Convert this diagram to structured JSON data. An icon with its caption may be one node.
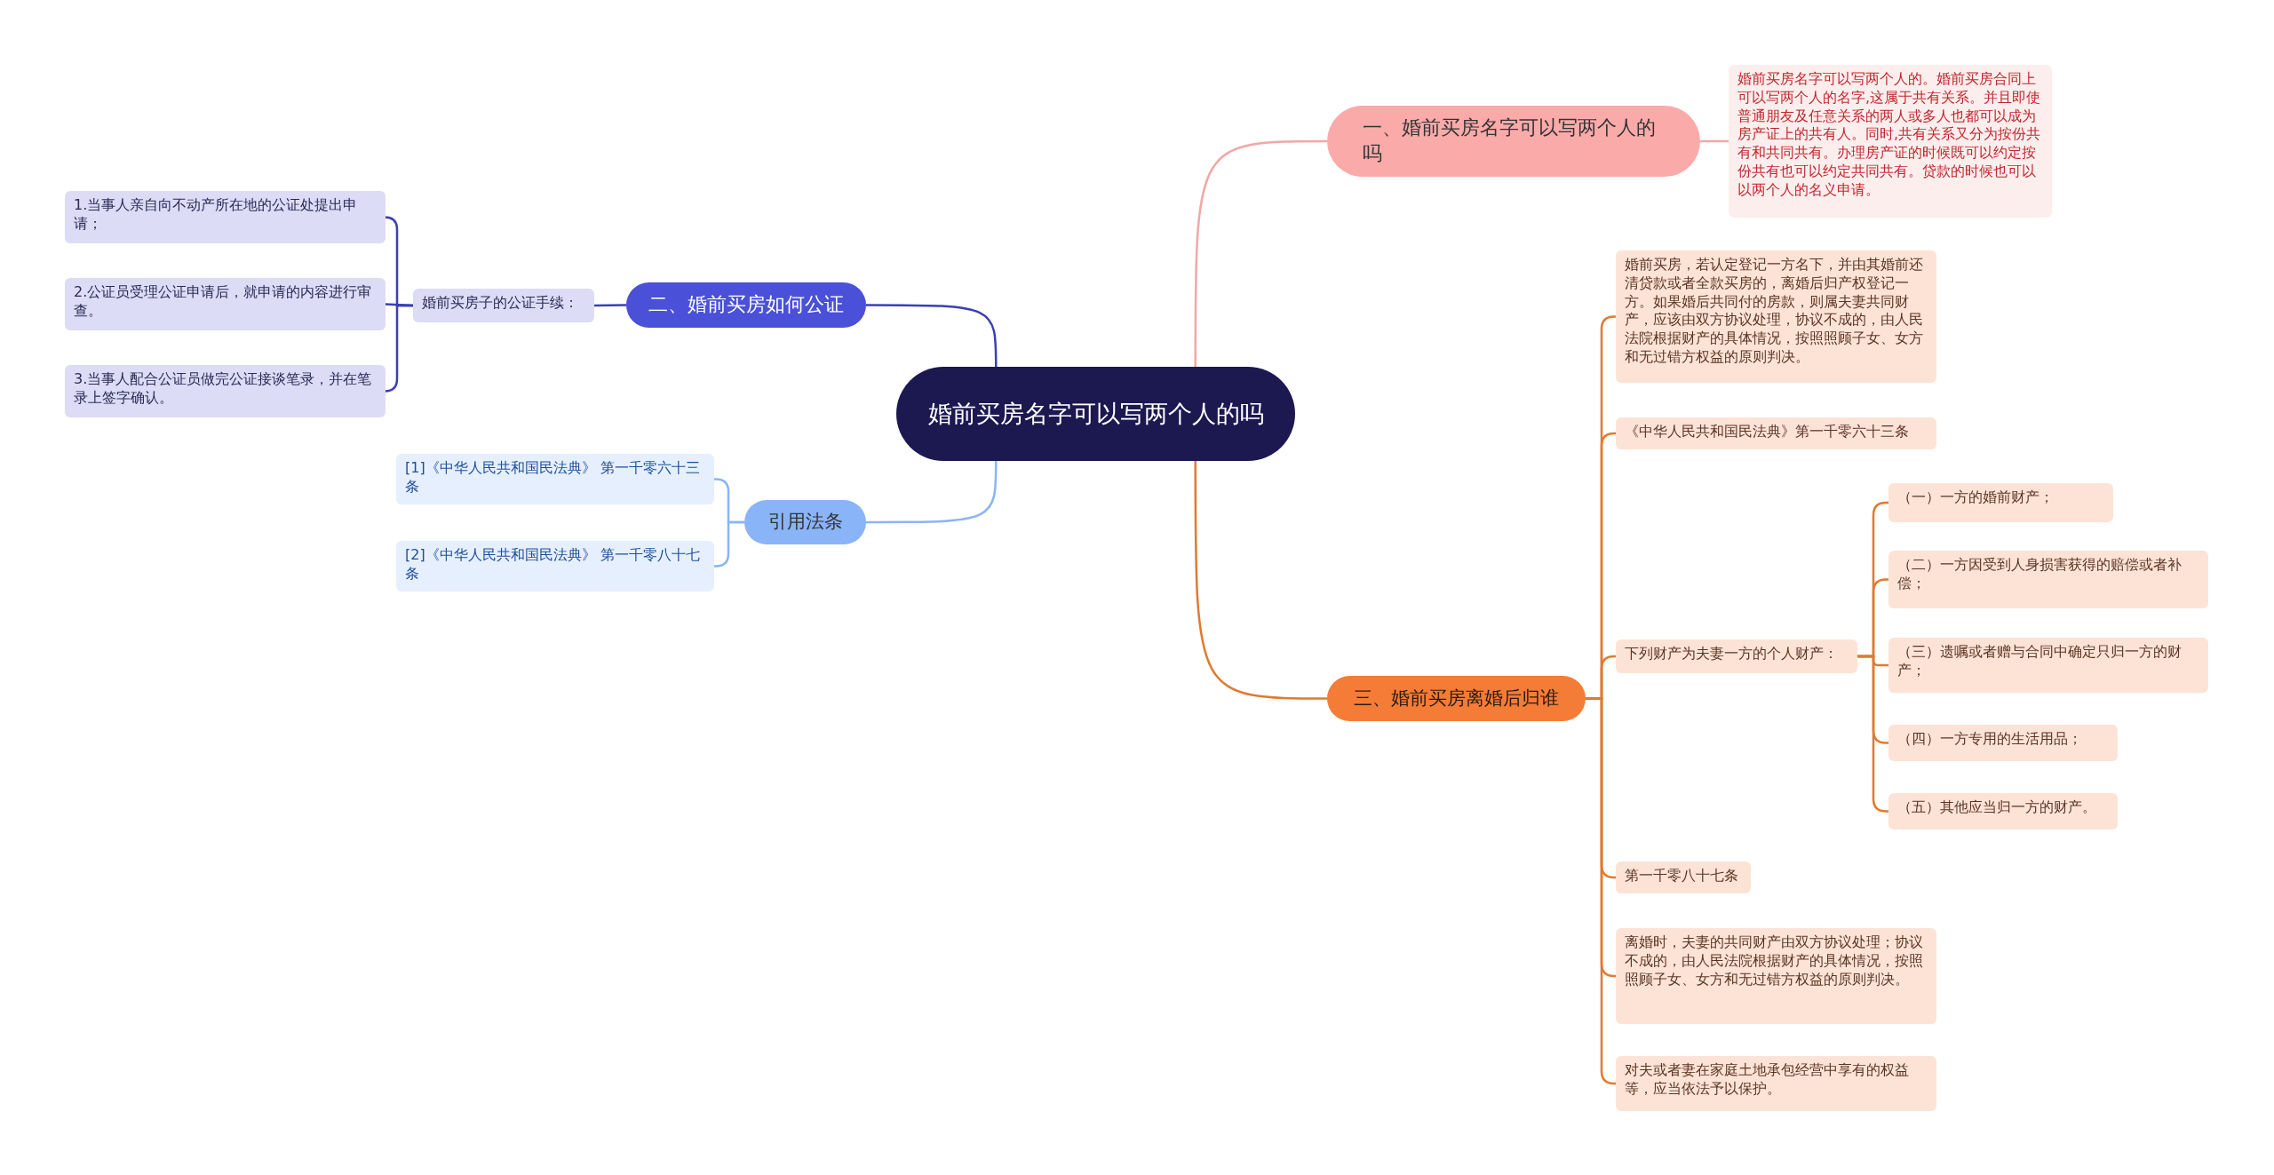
{
  "diagram": {
    "nodes": [
      {
        "text": [
          "婚前买房名字可以写两个人的吗"
        ]
      },
      {
        "text": [
          "一、婚前买房名字可以写两个人的吗"
        ]
      },
      {
        "text": [
          "婚前买房名字可以写两个人的。婚前买房合同上可以写两个人的名字,这属于共有关系。并且即使普通朋友及任意关系的两人或多人也都可以成为房产证上的共有人。同时,共有关系又分为按份共有和共同共有。办理房产证的时候既可以约定按份共有也可以约定共同共有。贷款的时候也可以以两个人的名义申请。"
        ]
      },
      {
        "text": [
          "二、婚前买房如何公证"
        ]
      },
      {
        "text": [
          "婚前买房子的公证手续："
        ]
      },
      {
        "text": [
          "1.当事人亲自向不动产所在地的公证处提出申请；"
        ]
      },
      {
        "text": [
          "2.公证员受理公证申请后，就申请的内容进行审查。"
        ]
      },
      {
        "text": [
          "3.当事人配合公证员做完公证接谈笔录，并在笔录上签字确认。"
        ]
      },
      {
        "text": [
          "引用法条"
        ]
      },
      {
        "text": [
          "[1]《中华人民共和国民法典》 第一千零六十三条"
        ]
      },
      {
        "text": [
          "[2]《中华人民共和国民法典》 第一千零八十七条"
        ]
      },
      {
        "text": [
          "三、婚前买房离婚后归谁"
        ]
      },
      {
        "text": [
          "婚前买房，若认定登记一方名下，并由其婚前还清贷款或者全款买房的，离婚后归产权登记一方。如果婚后共同付的房款，则属夫妻共同财产，应该由双方协议处理，协议不成的，由人民法院根据财产的具体情况，按照照顾子女、女方和无过错方权益的原则判决。"
        ]
      },
      {
        "text": [
          "《中华人民共和国民法典》第一千零六十三条"
        ]
      },
      {
        "text": [
          "下列财产为夫妻一方的个人财产："
        ]
      },
      {
        "text": [
          "（一）一方的婚前财产；"
        ]
      },
      {
        "text": [
          "（二）一方因受到人身损害获得的赔偿或者补偿；"
        ]
      },
      {
        "text": [
          "（三）遗嘱或者赠与合同中确定只归一方的财产；"
        ]
      },
      {
        "text": [
          "（四）一方专用的生活用品；"
        ]
      },
      {
        "text": [
          "（五）其他应当归一方的财产。"
        ]
      },
      {
        "text": [
          "第一千零八十七条"
        ]
      },
      {
        "text": [
          "离婚时，夫妻的共同财产由双方协议处理；协议不成的，由人民法院根据财产的具体情况，按照照顾子女、女方和无过错方权益的原则判决。"
        ]
      },
      {
        "text": [
          "对夫或者妻在家庭土地承包经营中享有的权益等，应当依法予以保护。"
        ]
      }
    ],
    "edges": [
      {
        "from": 0,
        "to": 1,
        "arrow": "none",
        "color": "#f1a7a7"
      },
      {
        "from": 1,
        "to": 2,
        "arrow": "none",
        "color": "#f1a7a7"
      },
      {
        "from": 0,
        "to": 3,
        "arrow": "none",
        "color": "#3b3fb5"
      },
      {
        "from": 3,
        "to": 4,
        "arrow": "none",
        "color": "#3b3fb5"
      },
      {
        "from": 4,
        "to": 5,
        "arrow": "none",
        "color": "#3b3fb5"
      },
      {
        "from": 4,
        "to": 6,
        "arrow": "none",
        "color": "#3b3fb5"
      },
      {
        "from": 4,
        "to": 7,
        "arrow": "none",
        "color": "#3b3fb5"
      },
      {
        "from": 0,
        "to": 8,
        "arrow": "none",
        "color": "#8ab4f8"
      },
      {
        "from": 8,
        "to": 9,
        "arrow": "none",
        "color": "#8ab4f8"
      },
      {
        "from": 8,
        "to": 10,
        "arrow": "none",
        "color": "#8ab4f8"
      },
      {
        "from": 0,
        "to": 11,
        "arrow": "none"
      },
      {
        "from": 11,
        "to": 12,
        "arrow": "none"
      },
      {
        "from": 11,
        "to": 13,
        "arrow": "none"
      },
      {
        "from": 11,
        "to": 14,
        "arrow": "none"
      },
      {
        "from": 14,
        "to": 15,
        "arrow": "none"
      },
      {
        "from": 14,
        "to": 16,
        "arrow": "none"
      },
      {
        "from": 14,
        "to": 17,
        "arrow": "none"
      },
      {
        "from": 14,
        "to": 18,
        "arrow": "none"
      },
      {
        "from": 14,
        "to": 19,
        "arrow": "none"
      },
      {
        "from": 11,
        "to": 20,
        "arrow": "none"
      },
      {
        "from": 11,
        "to": 21,
        "arrow": "none"
      },
      {
        "from": 11,
        "to": 22,
        "arrow": "none"
      }
    ]
  }
}
